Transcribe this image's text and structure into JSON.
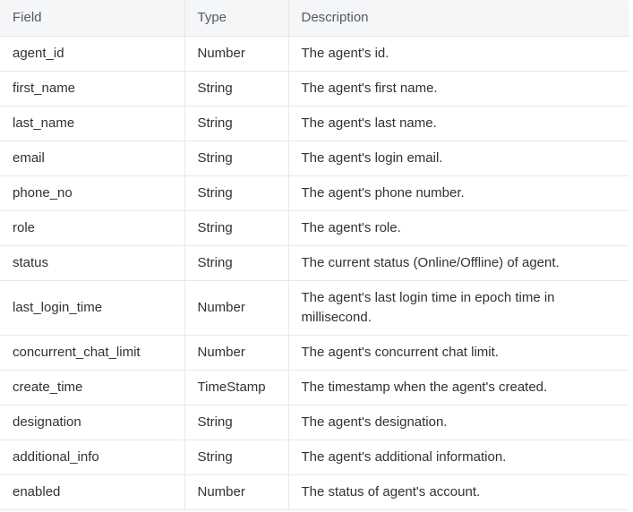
{
  "table": {
    "headers": {
      "field": "Field",
      "type": "Type",
      "description": "Description"
    },
    "rows": [
      {
        "field": "agent_id",
        "type": "Number",
        "description": "The agent's id."
      },
      {
        "field": "first_name",
        "type": "String",
        "description": "The agent's first name."
      },
      {
        "field": "last_name",
        "type": "String",
        "description": "The agent's last name."
      },
      {
        "field": "email",
        "type": "String",
        "description": "The agent's login email."
      },
      {
        "field": "phone_no",
        "type": "String",
        "description": "The agent's phone number."
      },
      {
        "field": "role",
        "type": "String",
        "description": "The agent's role."
      },
      {
        "field": "status",
        "type": "String",
        "description": "The current status (Online/Offline) of agent."
      },
      {
        "field": "last_login_time",
        "type": "Number",
        "description": "The agent's last login time in epoch time in millisecond."
      },
      {
        "field": "concurrent_chat_limit",
        "type": "Number",
        "description": "The agent's concurrent chat limit."
      },
      {
        "field": "create_time",
        "type": "TimeStamp",
        "description": "The timestamp when the agent's created."
      },
      {
        "field": "designation",
        "type": "String",
        "description": "The agent's designation."
      },
      {
        "field": "additional_info",
        "type": "String",
        "description": "The agent's additional information."
      },
      {
        "field": "enabled",
        "type": "Number",
        "description": "The status of agent's account."
      }
    ]
  }
}
